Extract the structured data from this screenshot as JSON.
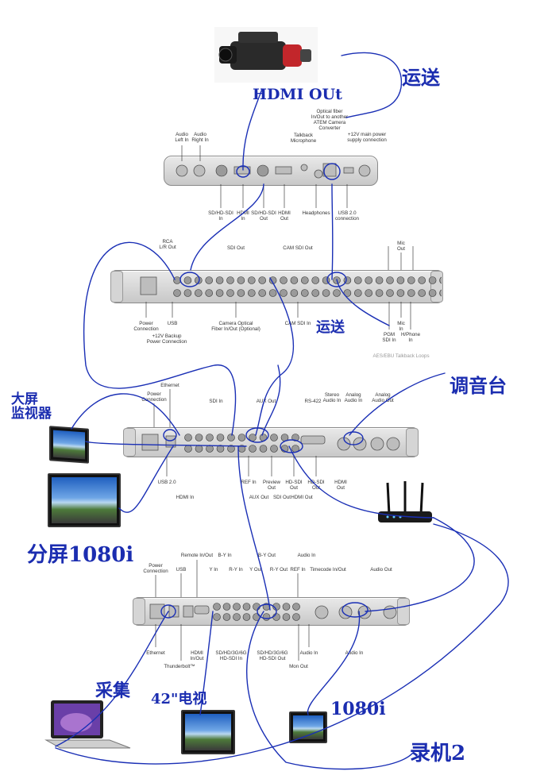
{
  "camera_unit": {
    "labels": {
      "audio_left_in": "Audio\nLeft In",
      "audio_right_in": "Audio\nRight In",
      "talkback_mic": "Talkback\nMicrophone",
      "optical_fiber": "Optical fiber\nIn/Out to another\nATEM Camera\nConverter",
      "power_12v": "+12V main power\nsupply connection",
      "sdi_in": "SD/HD-SDI\nIn",
      "hdmi_in": "HDMI\nIn",
      "sdi_out": "SD/HD-SDI\nOut",
      "hdmi_out": "HDMI\nOut",
      "headphones": "Headphones",
      "usb": "USB 2.0\nconnection"
    }
  },
  "studio_converter": {
    "labels": {
      "rca": "RCA\nL/R Out",
      "sdi_out": "SDI Out",
      "cam_sdi_out": "CAM SDI Out",
      "mic_out": "Mic\nOut",
      "power": "Power\nConnection",
      "backup_power": "+12V Backup\nPower Connection",
      "usb": "USB",
      "optical": "Camera Optical\nFiber In/Out (Optional)",
      "cam_sdi_in": "CAM SDI In",
      "pgm_sdi_in": "PGM\nSDI In",
      "mic_in": "Mic\nIn",
      "hphone_in": "H/Phone\nIn",
      "aes": "AES/EBU Talkback Loops"
    }
  },
  "switcher": {
    "labels": {
      "power": "Power\nConnection",
      "ethernet": "Ethernet",
      "sdi_in": "SDI In",
      "aux_out": "AUX Out",
      "rs422": "RS-422",
      "stereo_audio": "Stereo\nAudio In",
      "analog_in": "Analog\nAudio In",
      "analog_out": "Analog\nAudio Out",
      "usb": "USB 2.0",
      "hdmi_in": "HDMI In",
      "ref_in": "REF In",
      "aux_out2": "AUX Out",
      "preview_out": "Preview\nOut",
      "sdi_out": "SDI Out",
      "hd_sdi_out": "HD-SDI\nOut",
      "hdmi_out_a": "HDMI Out",
      "hd_sdi_out2": "HD-SDI\nOut",
      "hdmi_out_b": "HDMI\nOut"
    }
  },
  "recorder": {
    "labels": {
      "power": "Power\nConnection",
      "usb": "USB",
      "remote": "Remote In/Out",
      "by_in": "B-Y In",
      "y_in": "Y In",
      "ry_in": "R-Y In",
      "by_out": "B-Y Out",
      "y_out": "Y Out",
      "ry_out": "R-Y Out",
      "ref_in": "REF In",
      "audio_in_top": "Audio In",
      "timecode": "Timecode In/Out",
      "audio_out": "Audio Out",
      "ethernet": "Ethernet",
      "thunderbolt": "Thunderbolt™",
      "hdmi_inout": "HDMI\nIn/Out",
      "sdi_in": "SD/HD/3G/6G\nHD-SDI In",
      "sdi_out": "SD/HD/3G/6G\nHD-SDI Out",
      "mon_out": "Mon Out",
      "audio_in_mid": "Audio In",
      "audio_in_right": "Audio In"
    }
  },
  "handwriting": {
    "hdmi_out": "HDMI OUt",
    "send_top": "运送",
    "send_mid": "运送",
    "mixer": "调音台",
    "big_monitor": "大屏\n监视器",
    "multiview": "分屏1080i",
    "capture": "采集",
    "tv_42": "42\"电视",
    "hd_1080i": "1080i",
    "recorder2": "录机2"
  },
  "colors": {
    "ink": "#1a2fb5"
  }
}
